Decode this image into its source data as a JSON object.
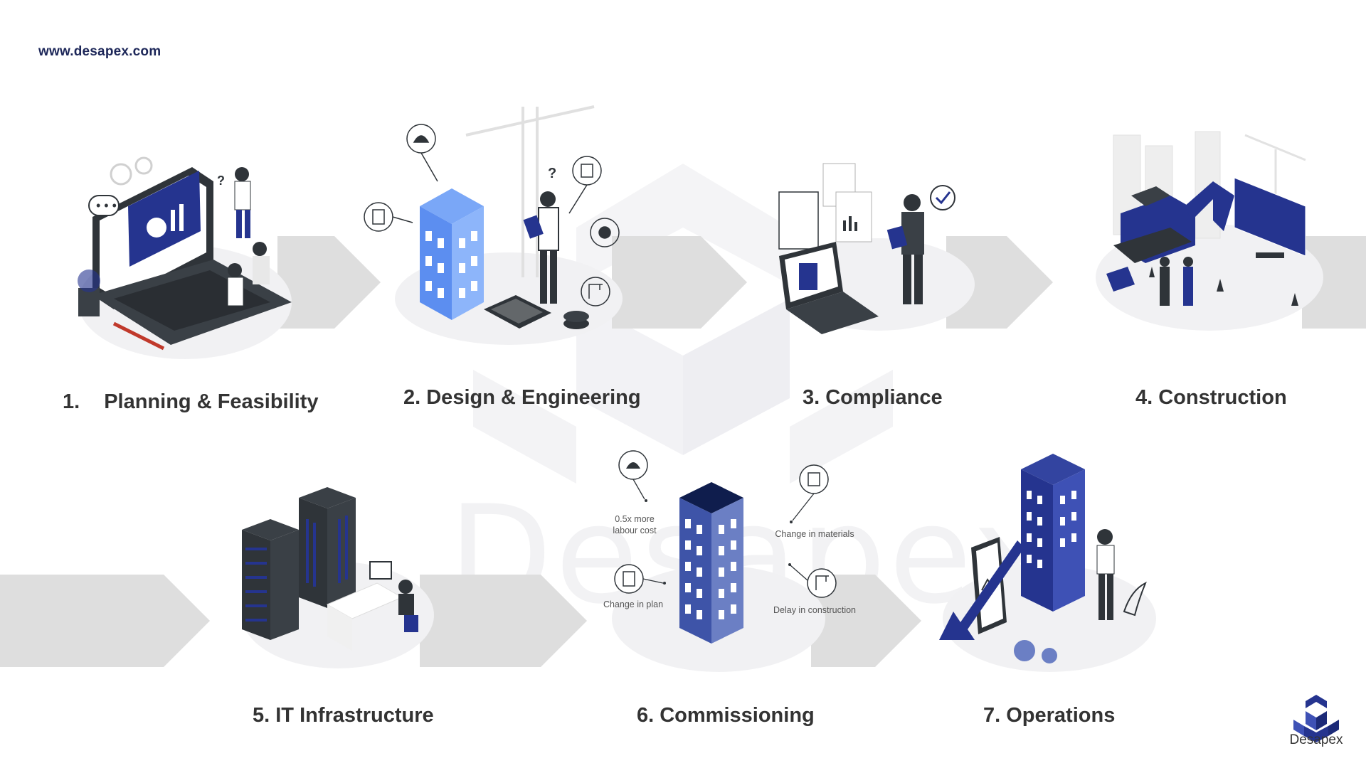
{
  "header": {
    "site_url": "www.desapex.com"
  },
  "watermark": {
    "text": "Desapex"
  },
  "steps": [
    {
      "number": "1.",
      "label": "Planning & Feasibility"
    },
    {
      "label": "2. Design & Engineering"
    },
    {
      "label": "3. Compliance"
    },
    {
      "label": "4. Construction"
    },
    {
      "label": "5. IT Infrastructure"
    },
    {
      "label": "6. Commissioning"
    },
    {
      "label": "7. Operations"
    }
  ],
  "commissioning_annotations": {
    "labour": "0.5x more labour cost",
    "materials": "Change in materials",
    "plan": "Change in plan",
    "delay": "Delay in construction"
  },
  "logo": {
    "text": "Desapex"
  },
  "colors": {
    "accent": "#25348f",
    "light_blue": "#5c8ef0",
    "arrow": "#dedede",
    "dark": "#2f3439"
  },
  "icons": [
    "laptop-icon",
    "gear-icon",
    "building-icon",
    "calculator-icon",
    "crane-icon",
    "checkmark-icon",
    "excavator-icon",
    "server-icon",
    "helmet-icon",
    "document-icon",
    "chart-icon",
    "logo-cube-icon"
  ]
}
